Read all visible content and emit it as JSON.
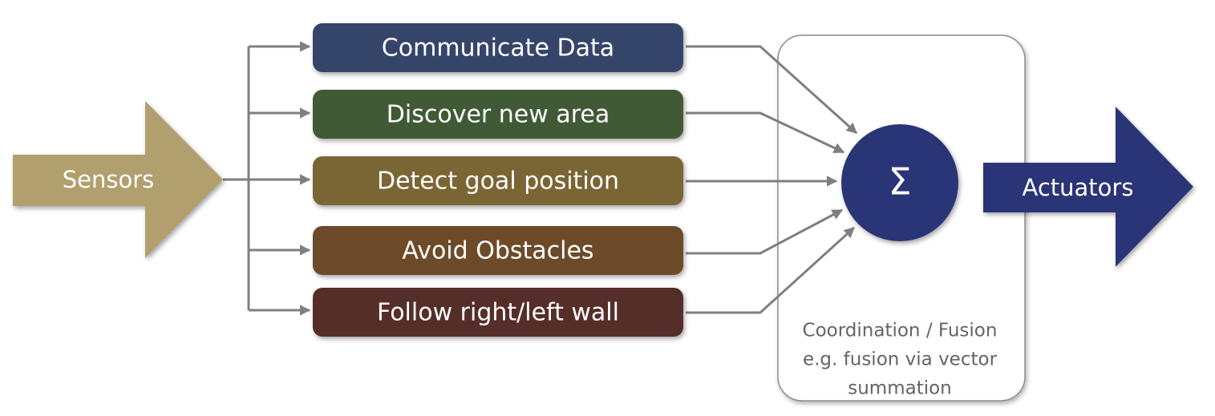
{
  "input": {
    "label": "Sensors",
    "color": "#b19f6e"
  },
  "behaviors": [
    {
      "label": "Communicate Data",
      "color": "#34456a"
    },
    {
      "label": "Discover new area",
      "color": "#3f5a35"
    },
    {
      "label": "Detect goal position",
      "color": "#7a6535"
    },
    {
      "label": "Avoid Obstacles",
      "color": "#6d4c2c"
    },
    {
      "label": "Follow right/left wall",
      "color": "#552f2c"
    }
  ],
  "fusion": {
    "symbol": "Σ",
    "caption_lines": [
      "Coordination / Fusion",
      "e.g. fusion via vector",
      "summation"
    ],
    "node_color": "#2a3577",
    "caption_color": "#646464"
  },
  "output": {
    "label": "Actuators",
    "color": "#2a3577"
  },
  "connector_color": "#7f7f7f"
}
